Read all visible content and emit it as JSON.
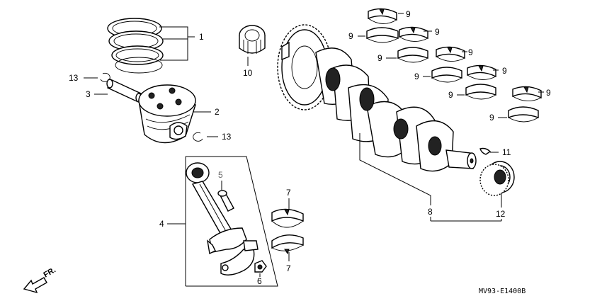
{
  "callouts": {
    "c1": "1",
    "c2": "2",
    "c3": "3",
    "c4": "4",
    "c5": "5",
    "c6": "6",
    "c7a": "7",
    "c7b": "7",
    "c8": "8",
    "c9a": "9",
    "c9b": "9",
    "c9c": "9",
    "c9d": "9",
    "c9e": "9",
    "c9f": "9",
    "c9g": "9",
    "c9h": "9",
    "c9i": "9",
    "c9j": "9",
    "c10": "10",
    "c11": "11",
    "c12": "12",
    "c13a": "13",
    "c13b": "13"
  },
  "direction_label": "FR.",
  "diagram_code": "MV93-E1400B"
}
